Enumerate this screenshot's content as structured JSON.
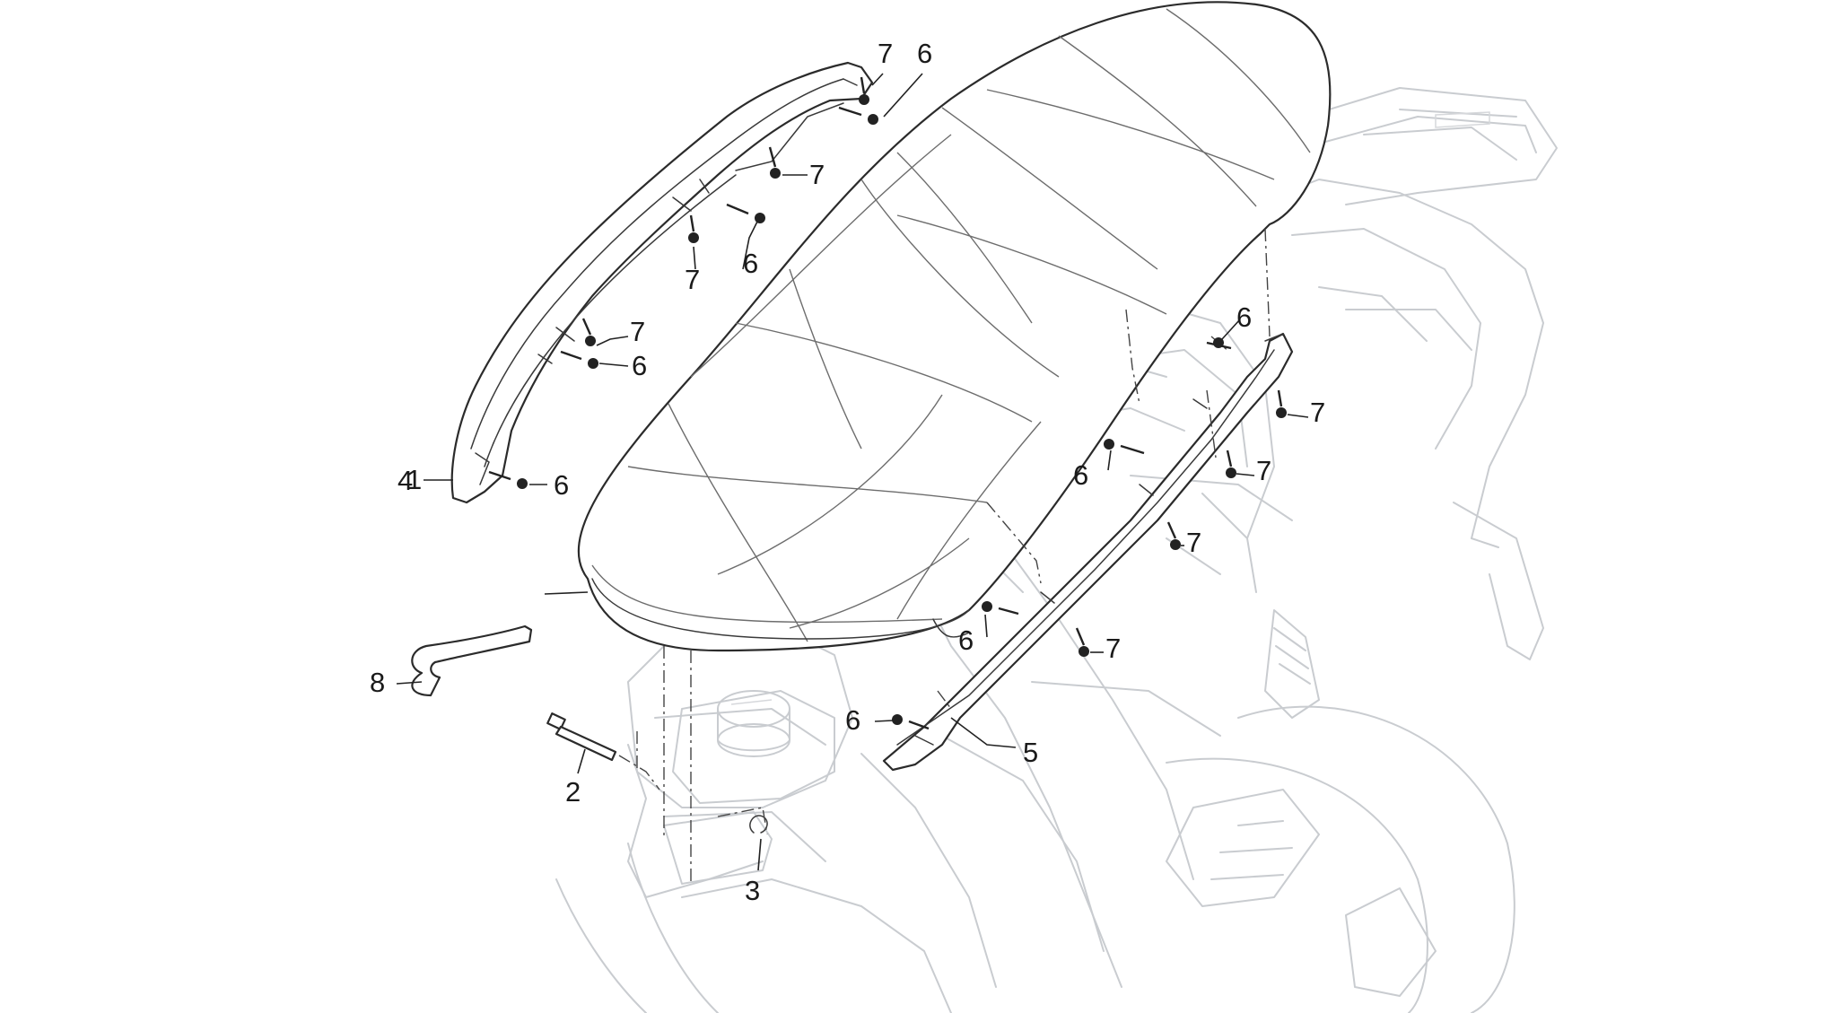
{
  "diagram": {
    "callouts": [
      {
        "id": "c1",
        "label": "1"
      },
      {
        "id": "c2",
        "label": "2"
      },
      {
        "id": "c3",
        "label": "3"
      },
      {
        "id": "c4",
        "label": "4"
      },
      {
        "id": "c5",
        "label": "5"
      },
      {
        "id": "c6a",
        "label": "6"
      },
      {
        "id": "c6b",
        "label": "6"
      },
      {
        "id": "c6c",
        "label": "6"
      },
      {
        "id": "c6d",
        "label": "6"
      },
      {
        "id": "c6e",
        "label": "6"
      },
      {
        "id": "c6f",
        "label": "6"
      },
      {
        "id": "c6g",
        "label": "6"
      },
      {
        "id": "c6h",
        "label": "6"
      },
      {
        "id": "c7a",
        "label": "7"
      },
      {
        "id": "c7b",
        "label": "7"
      },
      {
        "id": "c7c",
        "label": "7"
      },
      {
        "id": "c7d",
        "label": "7"
      },
      {
        "id": "c7e",
        "label": "7"
      },
      {
        "id": "c7f",
        "label": "7"
      },
      {
        "id": "c7g",
        "label": "7"
      },
      {
        "id": "c7h",
        "label": "7"
      },
      {
        "id": "c8",
        "label": "8"
      }
    ],
    "colors": {
      "ink": "#2b2b2b",
      "ghost": "#c9ccd0"
    }
  }
}
